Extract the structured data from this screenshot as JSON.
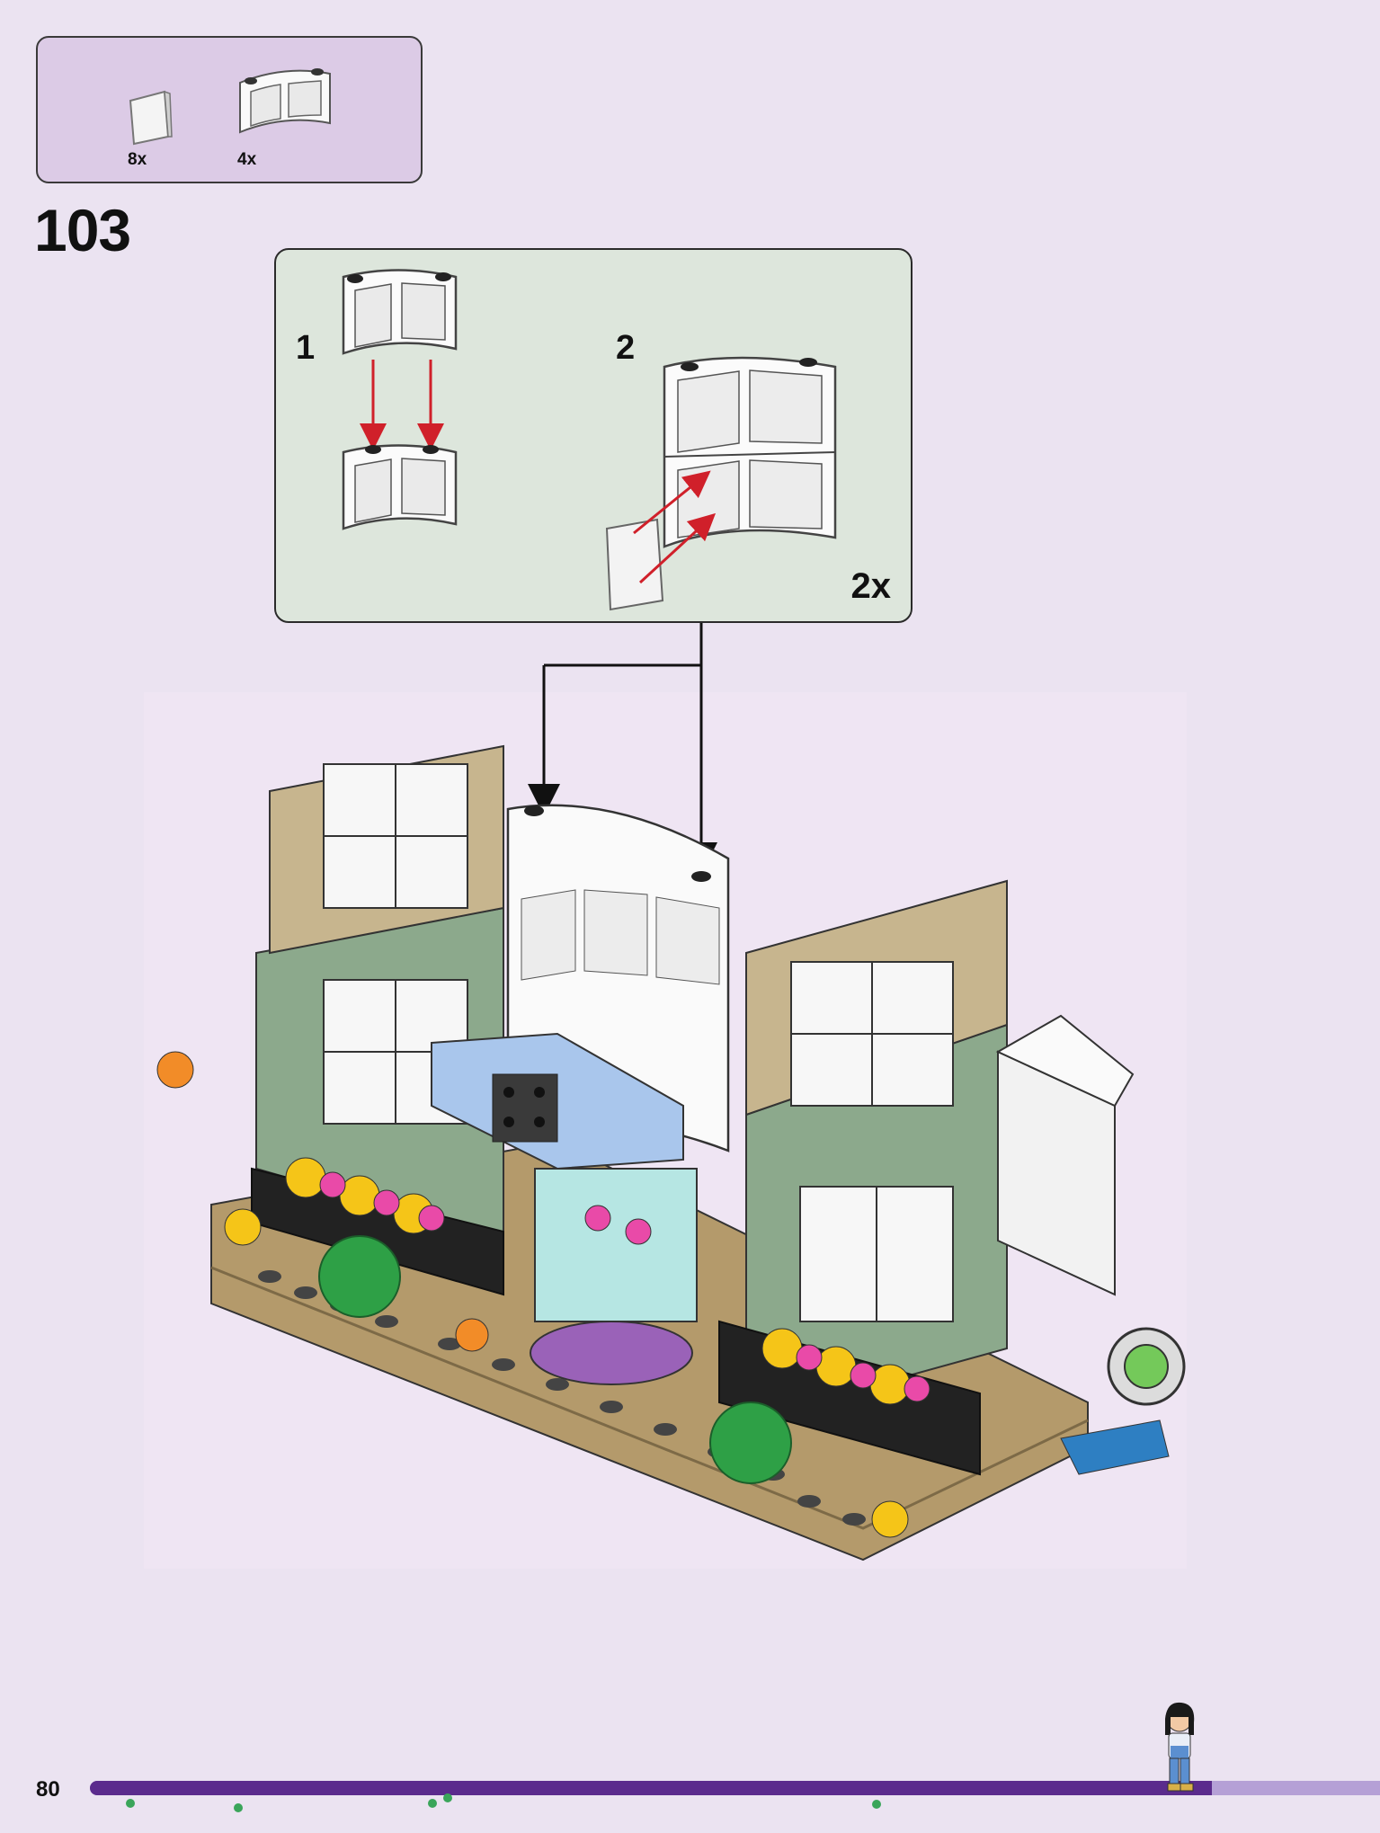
{
  "parts_list": {
    "items": [
      {
        "name": "glass-panel",
        "qty": "8x"
      },
      {
        "name": "curved-window-frame",
        "qty": "4x"
      }
    ]
  },
  "step": {
    "number": "103"
  },
  "sub_assembly": {
    "steps": [
      {
        "number": "1"
      },
      {
        "number": "2"
      }
    ],
    "multiplier": "2x"
  },
  "page": {
    "number": "80"
  },
  "progress": {
    "value": 0.87
  },
  "colors": {
    "page_background": "#ebe3f1",
    "parts_box": "#dccbe6",
    "subassembly_box": "#dde6dc",
    "progress_fill": "#5b2b8d",
    "progress_track": "#b5a0d6",
    "arrow_red": "#d0202a"
  }
}
